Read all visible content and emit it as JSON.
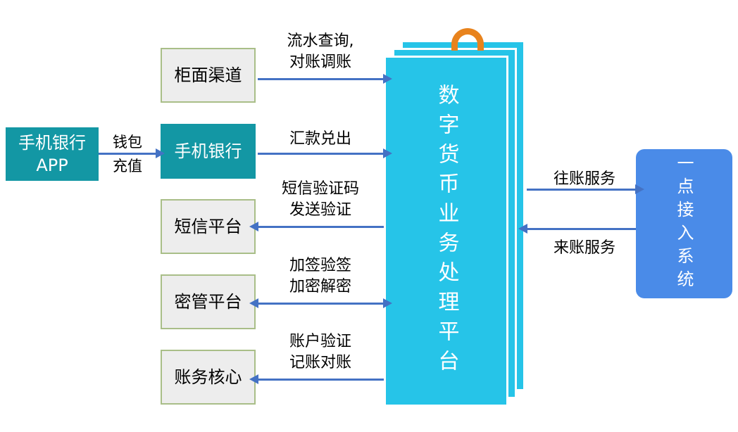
{
  "nodes": {
    "mobile_app": {
      "line1": "手机银行",
      "line2": "APP"
    },
    "counter_channel": {
      "label": "柜面渠道"
    },
    "mobile_banking": {
      "label": "手机银行"
    },
    "sms_platform": {
      "label": "短信平台"
    },
    "key_mgmt_platform": {
      "label": "密管平台"
    },
    "accounting_core": {
      "label": "账务核心"
    },
    "central_platform": {
      "label": "数字货币业务处理平台"
    },
    "access_system": {
      "label": "一点接入系统"
    }
  },
  "edges": {
    "wallet_topup": {
      "line1": "钱包",
      "line2": "充值"
    },
    "flow_query": {
      "line1": "流水查询,",
      "line2": "对账调账"
    },
    "remittance": {
      "line1": "汇款兑出"
    },
    "sms_verification": {
      "line1": "短信验证码",
      "line2": "发送验证"
    },
    "sign_encrypt": {
      "line1": "加签验签",
      "line2": "加密解密"
    },
    "account_verification": {
      "line1": "账户验证",
      "line2": "记账对账"
    },
    "outgoing_service": {
      "label": "往账服务"
    },
    "incoming_service": {
      "label": "来账服务"
    }
  },
  "colors": {
    "teal": "#1397A4",
    "cyan": "#26C4E8",
    "blue": "#4A8BE8",
    "gray_fill": "#EDEDED",
    "green_border": "#A9BE88",
    "arrow_blue": "#4472C4",
    "orange": "#E8831D"
  }
}
